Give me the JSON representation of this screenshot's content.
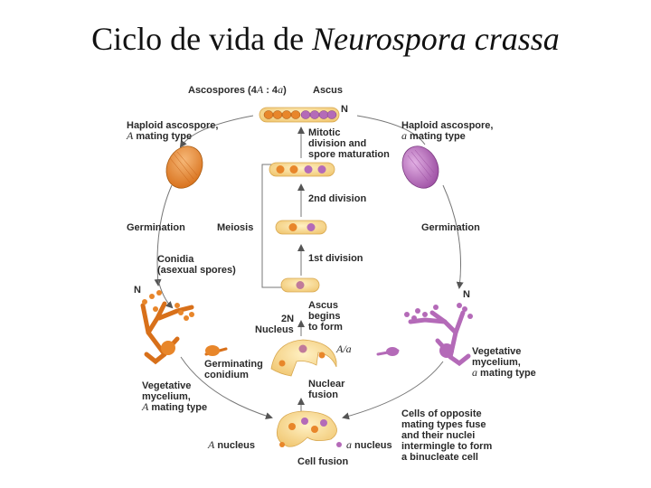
{
  "title": {
    "prefix": "Ciclo de vida de ",
    "species": "Neurospora crassa"
  },
  "labels": {
    "ascospores": "Ascospores (4",
    "ascospores_A": "A",
    "ascospores_colon": " : 4",
    "ascospores_a": "a",
    "ascospores_close": ")",
    "ascus": "Ascus",
    "n_top": "N",
    "haploid_left_1": "Haploid ascospore,",
    "haploid_left_A": "A",
    "haploid_left_2": " mating type",
    "haploid_right_1": "Haploid ascospore,",
    "haploid_right_a": "a",
    "haploid_right_2": " mating type",
    "mitotic_1": "Mitotic",
    "mitotic_2": "division and",
    "mitotic_3": "spore maturation",
    "second_division": "2nd division",
    "germination_left": "Germination",
    "meiosis": "Meiosis",
    "germination_right": "Germination",
    "conidia_1": "Conidia",
    "conidia_2": "(asexual spores)",
    "first_division": "1st division",
    "n_left": "N",
    "n_right": "N",
    "ascus_begins_1": "Ascus",
    "ascus_begins_2": "begins",
    "ascus_begins_3": "to form",
    "two_n_1": "2N",
    "two_n_2": "Nucleus",
    "a_over_a": "A/a",
    "germ_conidium_1": "Germinating",
    "germ_conidium_2": "conidium",
    "veg_left_1": "Vegetative",
    "veg_left_2": "mycelium,",
    "veg_left_A": "A",
    "veg_left_3": " mating type",
    "veg_right_1": "Vegetative",
    "veg_right_2": "mycelium,",
    "veg_right_a": "a",
    "veg_right_3": " mating type",
    "nuclear_fusion_1": "Nuclear",
    "nuclear_fusion_2": "fusion",
    "cells_1": "Cells of opposite",
    "cells_2": "mating types fuse",
    "cells_3": "and their nuclei",
    "cells_4": "intermingle to form",
    "cells_5": "a binucleate cell",
    "a_nucleus_A": "A",
    "a_nucleus_word": " nucleus",
    "a_nucleus_a": "a",
    "a_nucleus_word2": " nucleus",
    "cell_fusion": "Cell fusion"
  },
  "colors": {
    "orange": "#e8862a",
    "purple": "#b46ab8",
    "ascus": "#f6d48a",
    "arrow": "#666666"
  }
}
